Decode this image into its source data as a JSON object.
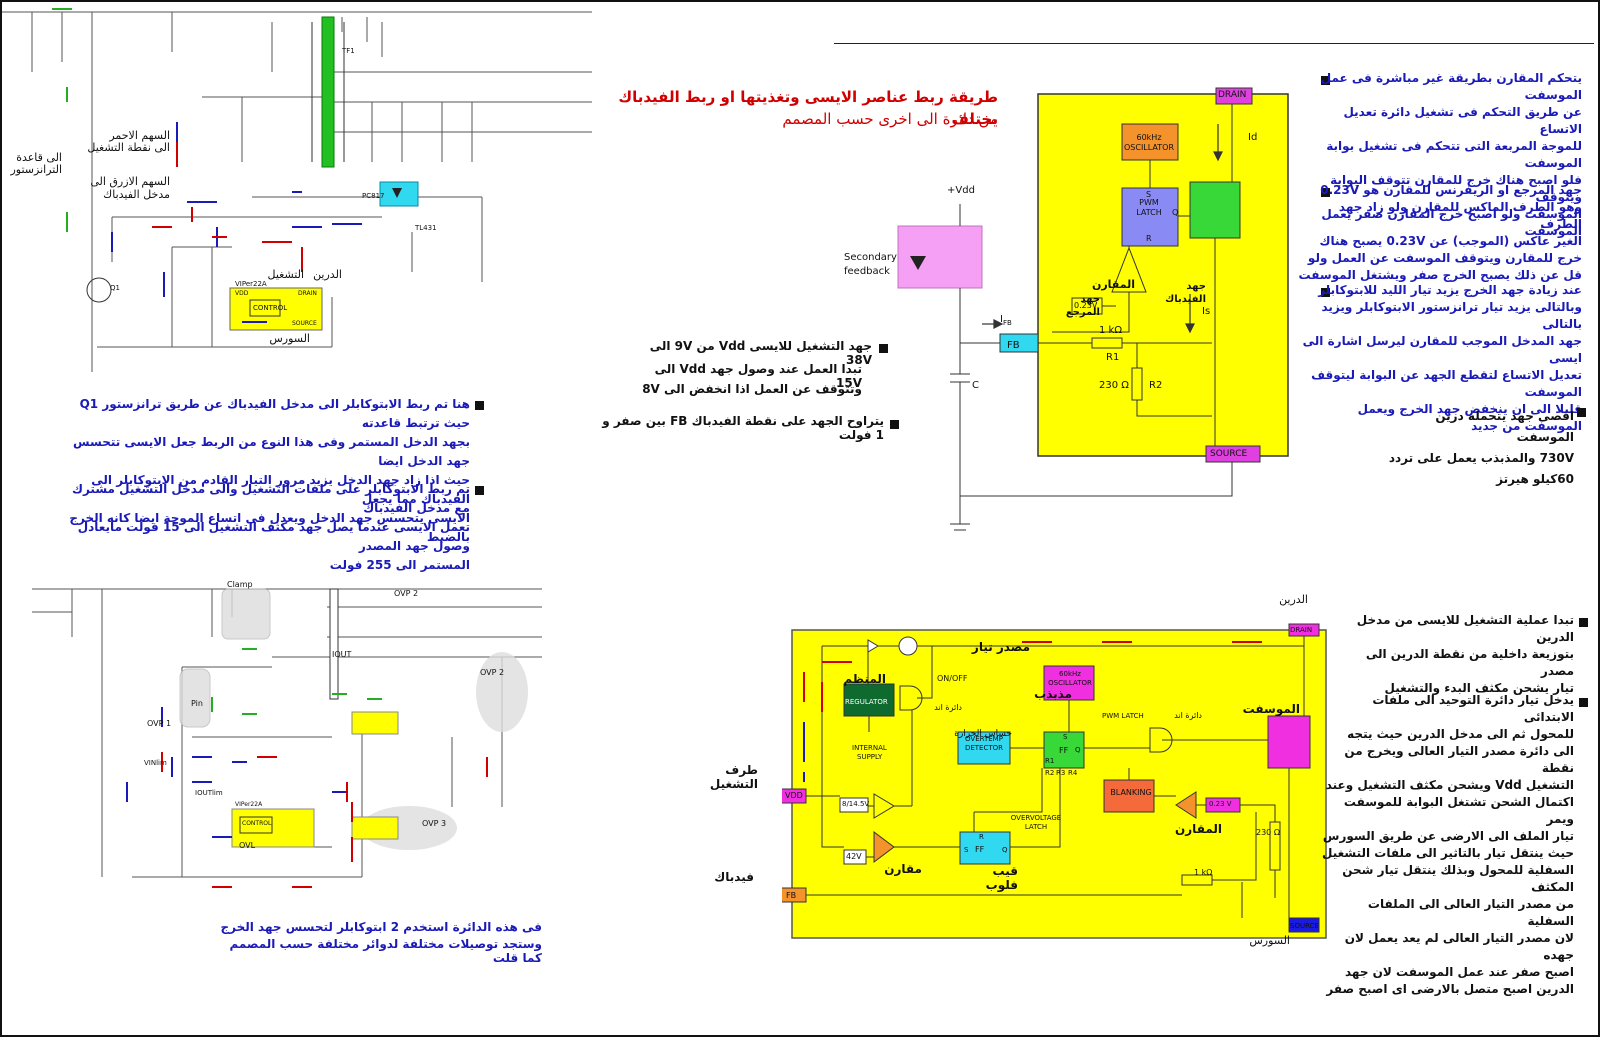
{
  "title": {
    "line1": "طريقة ربط عناصر الايسى وتغذيتها او ربط الفيدباك يختلف",
    "line2": "من دائرة الى اخرى حسب المصمم"
  },
  "top_left_schematic": {
    "arrow_notes": {
      "base_note_1": "الى قاعدة",
      "base_note_2": "الترانزستور",
      "red_1": "السهم الاحمر",
      "red_2": "الى نقطة التشغيل",
      "blue_1": "السهم الازرق الى",
      "blue_2": "مدخل الفيدباك"
    },
    "labels": {
      "ic": "VIPer22A",
      "control": "CONTROL",
      "vdd": "VDD",
      "drain": "DRAIN",
      "source": "SOURCE",
      "q1": "Q1",
      "transformer": "TF1",
      "optocoupler": "PC817",
      "tl431": "TL431"
    },
    "arabic_labels": {
      "run": "التشغيل",
      "drain": "الدرين",
      "source": "السورس"
    }
  },
  "notes_left": {
    "p1": [
      "هنا تم ربط الابتوكابلر الى مدخل الفيدباك عن طريق ترانزستور Q1 حيث ترتبط قاعدته",
      "بجهد الدخل المستمر وفى هذا النوع من الربط جعل الايسى تتحسس جهد الدخل ايضا",
      "حيث اذا زاد جهد الدخل يزيد مرور التيار القادم من الابتوكابلر الى الفيدباك مما يجعل",
      "الايسى يتحسس جهد الدخل ويعدل فى اتساع الموجة ايضا كانه الخرج بالضبط"
    ],
    "p2": [
      "تم ربط الابتوكابلر على ملفات التشغيل والى مدخل التشغيل مشترك مع مدخل الفيدباك",
      "تعمل الايسى عندما يصل جهد مكثف التشغيل الى 15 فولت مايعادل وصول جهد المصدر",
      "المستمر الى 255 فولت"
    ]
  },
  "specs_middle": {
    "s1": "جهد التشغيل للايسى Vdd من 9V الى 38V",
    "s2": "تبدا العمل عند وصول جهد Vdd الى 15V",
    "s3": "وتتوقف عن العمل اذا انخفض الى 8V",
    "s4": "يتراوح الجهد على نقطة الفيدباك FB بين صفر و 1 فولت"
  },
  "block_diagram_top": {
    "drain": "DRAIN",
    "source": "SOURCE",
    "oscillator": "60kHz OSCILLATOR",
    "pwm": "PWM LATCH",
    "s": "S",
    "r": "R",
    "q": "Q",
    "id": "Id",
    "is": "Is",
    "ifb": "I",
    "ifb_sub": "FB",
    "fb": "FB",
    "ref": "0.23V",
    "r1_val": "1 kΩ",
    "r1": "R1",
    "r2_val": "230 Ω",
    "r2": "R2",
    "c": "C",
    "vdd": "+Vdd",
    "secondary": "Secondary",
    "feedback": "feedback",
    "comparator_ar": "المقارن",
    "ref_ar_1": "جهد",
    "ref_ar_2": "المرجع",
    "fb_ar_1": "جهد",
    "fb_ar_2": "الفيدباك"
  },
  "notes_right_top": {
    "p1": [
      "يتحكم المقارن بطريقة غير مباشرة فى عمل الموسفت",
      "عن طريق التحكم فى تشغيل دائرة تعديل الاتساع",
      "للموجة المربعة التى تتحكم فى تشغيل بوابة الموسفت",
      "فلو اصبح هناك خرج للمقارن تتوقف البوابة ويتوقف",
      "الموسفت ولو اصبح خرج المقارن صفر يعمل الموسفت"
    ],
    "p2": [
      "جهد المرجع او الريفرنس للمقارن هو 0.23V",
      "وهو الطرف الماكس للمقارن ولو زاد جهد الطرف",
      "الغير عاكس (الموجب) عن 0.23V يصبح هناك",
      "خرج للمقارن ويتوقف الموسفت عن العمل ولو",
      "قل عن ذلك يصبح الخرج صفر ويشتغل الموسفت"
    ],
    "p3": [
      "عند زيادة جهد الخرج يزيد تيار الليد للابتوكابلر",
      "وبالتالى يزيد تيار ترانزستور الابتوكابلر ويزيد بالتالى",
      "جهد المدخل الموجب للمقارن ليرسل اشارة الى ايسى",
      "تعديل الاتساع لتقطع الجهد عن البوابة ليتوقف الموسفت",
      "قليلا الى ان ينخفض جهد الخرج ويعمل الموسفت من جديد"
    ],
    "p4": [
      "اقصى جهد يتحمله درين الموسفت",
      "730V والمذبذب يعمل على تردد",
      "60كيلو هيرتز"
    ]
  },
  "bottom_left_schematic": {
    "clamp": "Clamp",
    "ovp1": "OVP 1",
    "ovp2": "OVP 2",
    "ovp2b": "OVP 2",
    "ovp3": "OVP 3",
    "pin": "Pin",
    "iout": "IOUT",
    "ioutlim": "IOUTlim",
    "vin": "VINlim",
    "ovl": "OVL",
    "control": "CONTROL",
    "ic": "VIPer22A"
  },
  "bottom_note": {
    "l1": "فى هذه الدائرة استخدم 2 ابتوكابلر لتحسس جهد الخرج",
    "l2": "وستجد توصيلات مختلفة لدوائر مختلفة حسب المصمم كما قلت"
  },
  "block_diagram_bottom": {
    "drain_ar": "الدرين",
    "drain": "DRAIN",
    "source_ar": "السورس",
    "source": "SOURCE",
    "current_source_ar": "مصدر تيار",
    "onoff": "ON/OFF",
    "regulator_ar": "المنظم",
    "regulator": "REGULATOR",
    "internal": "INTERNAL",
    "supply": "SUPPLY",
    "and1_ar": "دائرة اند",
    "oscillator_ar": "مذبذب",
    "oscillator": "60kHz OSCILLATOR",
    "mosfet_ar": "الموسفت",
    "thermal_ar": "حساس الحرارة",
    "overtemp": "OVERTEMP DETECTOR",
    "pwm": "PWM LATCH",
    "and2_ar": "دائرة اند",
    "run_ar": "طرف التشغيل",
    "vdd": "VDD",
    "hyst": "8/14.5V",
    "blanking": "BLANKING",
    "ref": "0.23 V",
    "comparator_ar": "المقارن",
    "r_230": "230 Ω",
    "r_1k": "1 kΩ",
    "ov_latch": "OVERVOLTAGE LATCH",
    "v42": "42V",
    "comp2_ar": "مقارن",
    "flipflop_ar": "قيب فلوب",
    "fb_ar": "فيدباك",
    "fb": "FB",
    "ff_r1": "R1",
    "ff_r2": "R2",
    "ff_r3": "R3",
    "ff_r4": "R4",
    "ff_s": "S",
    "ff": "FF",
    "ff_q": "Q",
    "ff2_r": "R",
    "ff2_s": "S",
    "ff2_ff": "FF",
    "ff2_q": "Q"
  },
  "notes_right_bottom": {
    "p1": [
      "تبدا عملية التشغيل للايسى من مدخل الدرين",
      "بتوزيعة داخلية من نقطة الدرين الى مصدر",
      "تيار يشحن مكثف البدء والتشغيل"
    ],
    "p2": [
      "يدخل تيار دائرة التوحيد الى ملفات الابتدائى",
      "للمحول ثم الى مدخل الدرين حيث يتجه",
      "الى دائرة مصدر التيار العالى ويخرج من نقطة",
      "التشغيل Vdd ويشحن مكثف التشغيل وعند",
      "اكتمال الشحن تشتغل البوابة للموسفت ويمر",
      "تيار الملف الى الارضى عن طريق السورس",
      "حيث ينتقل تيار بالتاثير الى ملفات التشغيل",
      "السفلية للمحول وبذلك ينتقل تيار شحن المكثف",
      "من مصدر التيار العالى الى الملفات السفلية",
      "لان مصدر التيار العالى لم يعد يعمل لان جهده",
      "اصبح صفر عند عمل الموسفت لان جهد",
      "الدرين اصبح متصل بالارضى اى اصبح صفر"
    ]
  },
  "colors": {
    "yellow": "#ffff00",
    "orange": "#f4922b",
    "magenta": "#f030e0",
    "cyan": "#30d8f0",
    "green": "#38d838",
    "dark_green": "#0e6a2e",
    "blue": "#1a1ab8",
    "red": "#d00000",
    "periwinkle": "#8a8af5",
    "salmon": "#f46a3a"
  }
}
